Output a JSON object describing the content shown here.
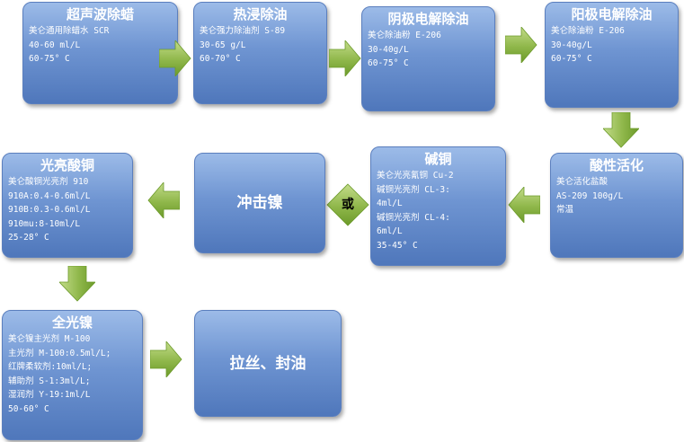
{
  "steps": {
    "s1": {
      "title": "超声波除蜡",
      "lines": [
        "美仑通用除蜡水 SCR",
        "40-60 ml/L",
        "60-75° C"
      ]
    },
    "s2": {
      "title": "热浸除油",
      "lines": [
        "美仑强力除油剂 S-89",
        "30-65 g/L",
        "60-70° C"
      ]
    },
    "s3": {
      "title": "阴极电解除油",
      "lines": [
        "美仑除油粉 E-206",
        "30-40g/L",
        "60-75° C"
      ]
    },
    "s4": {
      "title": "阳极电解除油",
      "lines": [
        "美仑除油粉 E-206",
        "30-40g/L",
        "60-75° C"
      ]
    },
    "s5": {
      "title": "酸性活化",
      "lines": [
        "美仑活化盐酸",
        "AS-209 100g/L",
        "常温"
      ]
    },
    "s6": {
      "title": "碱铜",
      "lines": [
        "美仑光亮氰铜 Cu-2",
        "碱铜光亮剂 CL-3:",
        "4ml/L",
        "碱铜光亮剂 CL-4:",
        "6ml/L",
        "35-45° C"
      ]
    },
    "s7": {
      "title": "冲击镍",
      "lines": []
    },
    "s8": {
      "title": "光亮酸铜",
      "lines": [
        "美仑酸铜光亮剂 910",
        "910A:0.4-0.6ml/L",
        "910B:0.3-0.6ml/L",
        "910mu:8-10ml/L",
        "25-28° C"
      ]
    },
    "s9": {
      "title": "全光镍",
      "lines": [
        "美仑镍主光剂 M-100",
        "主光剂 M-100:0.5ml/L;",
        "红牌柔软剂:10ml/L;",
        "辅助剂 S-1:3ml/L;",
        "湿润剂 Y-19:1ml/L",
        "50-60° C"
      ]
    },
    "s10": {
      "title": "拉丝、封油",
      "lines": []
    }
  },
  "or_label": "或",
  "colors": {
    "box_top": "#9cbbe8",
    "box_bottom": "#4f77bb",
    "arrow": "#6f9a2c",
    "arrow_light": "#b8d57a",
    "text": "#ffffff"
  }
}
